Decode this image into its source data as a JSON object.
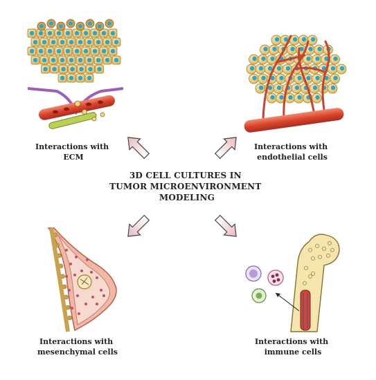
{
  "center_title": [
    "3D CELL CULTURES IN",
    "TUMOR MICROENVIRONMENT",
    "MODELING"
  ],
  "panels": {
    "ecm": {
      "caption": [
        "Interactions with",
        "ECM"
      ]
    },
    "endothelial": {
      "caption": [
        "Interactions with",
        "endothelial cells"
      ]
    },
    "mesenchymal": {
      "caption": [
        "Interactions with",
        "mesenchymal cells"
      ]
    },
    "immune": {
      "caption": [
        "Interactions with",
        "immune cells"
      ]
    }
  },
  "colors": {
    "tumor_cell": "#f2d488",
    "nucleus": "#2aa6c9",
    "vessel": "#e0523a",
    "ecm_membrane": "#9b5fb5",
    "arrow_fill": "#f4d9d9",
    "arrow_stroke": "#444444",
    "bone": "#f5e6b0"
  }
}
